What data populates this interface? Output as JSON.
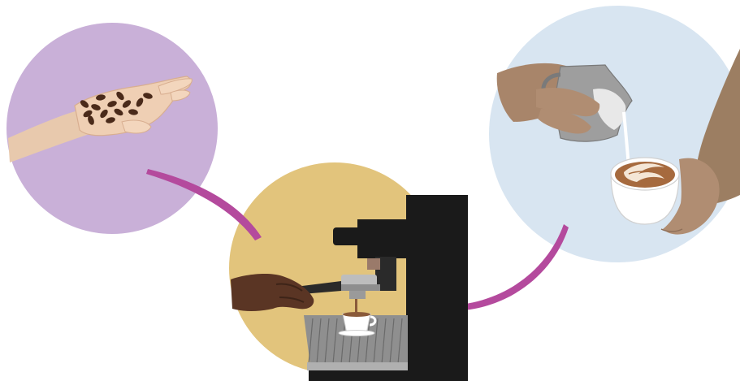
{
  "illustration": {
    "steps": [
      {
        "id": "beans",
        "icon": "coffee-beans-in-hand-icon"
      },
      {
        "id": "espresso",
        "icon": "espresso-machine-icon"
      },
      {
        "id": "latte-art",
        "icon": "latte-art-pour-icon"
      }
    ],
    "colors": {
      "background": "#ffffff",
      "beans_circle": "#c9b0d8",
      "espresso_circle": "#e2c47c",
      "latte_circle": "#d8e5f1",
      "connector": "#b44a9d",
      "machine": "#1a1a1a",
      "coffee": "#8a5a3a",
      "milk": "#ffffff"
    }
  }
}
